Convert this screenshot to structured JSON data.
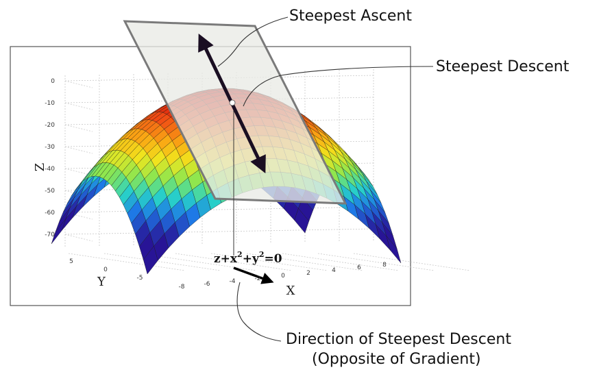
{
  "labels": {
    "steepest_ascent": "Steepest Ascent",
    "steepest_descent": "Steepest Descent",
    "direction_line1": "Direction of Steepest Descent",
    "direction_line2": "(Opposite of Gradient)"
  },
  "plot": {
    "equation": {
      "z": "z+x",
      "exp1": "2",
      "mid": "+y",
      "exp2": "2",
      "tail": "=0"
    },
    "z_axis": {
      "title": "Z",
      "ticks": [
        "0",
        "-10",
        "-20",
        "-30",
        "-40",
        "-50",
        "-60",
        "-70"
      ]
    },
    "y_axis": {
      "title": "Y",
      "ticks": [
        "5",
        "0",
        "-5"
      ]
    },
    "x_axis": {
      "title": "X",
      "ticks": [
        "-8",
        "-6",
        "-4",
        "-2",
        "0",
        "2",
        "4",
        "6",
        "8"
      ]
    }
  },
  "colors": {
    "plane_fill": "#e9ebe6",
    "plane_edge": "#7a7a7a",
    "arrow": "#1a0e22",
    "frame": "#555555"
  }
}
